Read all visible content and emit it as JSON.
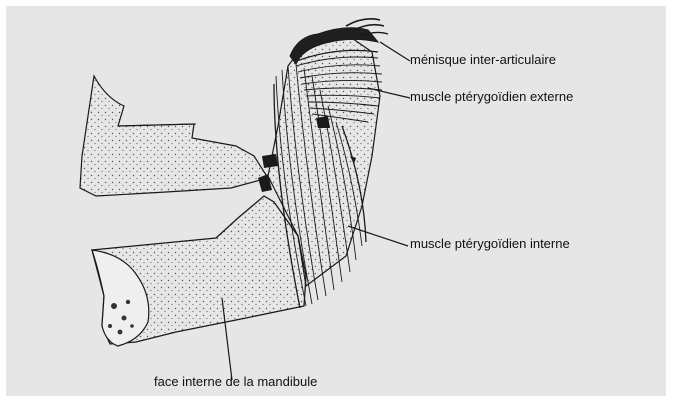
{
  "labels": {
    "menisque": "ménisque inter-articulaire",
    "pterygoidien_externe": "muscle ptérygoïdien externe",
    "pterygoidien_interne": "muscle ptérygoïdien interne",
    "face_interne": "face interne de la mandibule"
  },
  "colors": {
    "background": "#e6e6e6",
    "line": "#1a1a1a",
    "bone_fill": "#d9d9d9"
  }
}
